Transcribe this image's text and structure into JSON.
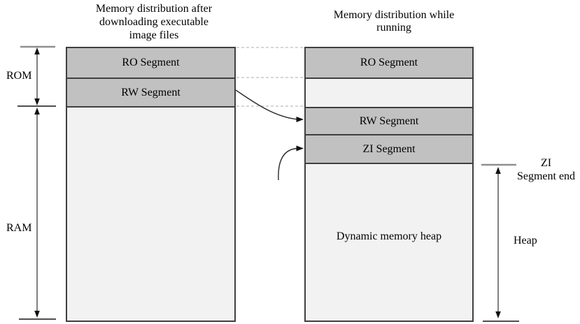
{
  "titles": {
    "left_line1": "Memory distribution after",
    "left_line2": "downloading executable",
    "left_line3": "image files",
    "right_line1": "Memory distribution while",
    "right_line2": "running"
  },
  "left_box": {
    "segments": [
      {
        "label": "RO Segment"
      },
      {
        "label": "RW Segment"
      }
    ]
  },
  "right_box": {
    "segments": [
      {
        "label": "RO Segment"
      },
      {
        "label": "RW Segment"
      },
      {
        "label": "ZI Segment"
      },
      {
        "label": "Dynamic memory heap"
      }
    ]
  },
  "side_labels": {
    "rom": "ROM",
    "ram": "RAM",
    "zi_end_line1": "ZI",
    "zi_end_line2": "Segment end",
    "heap": "Heap"
  },
  "colors": {
    "segment_fill": "#c1c1c1",
    "light_fill": "#f2f2f2",
    "box_border": "#3f3f3f",
    "dashed_line": "#c9c9c9",
    "tick_gray": "#8f8f8f",
    "arrow": "#4a4a4a"
  }
}
